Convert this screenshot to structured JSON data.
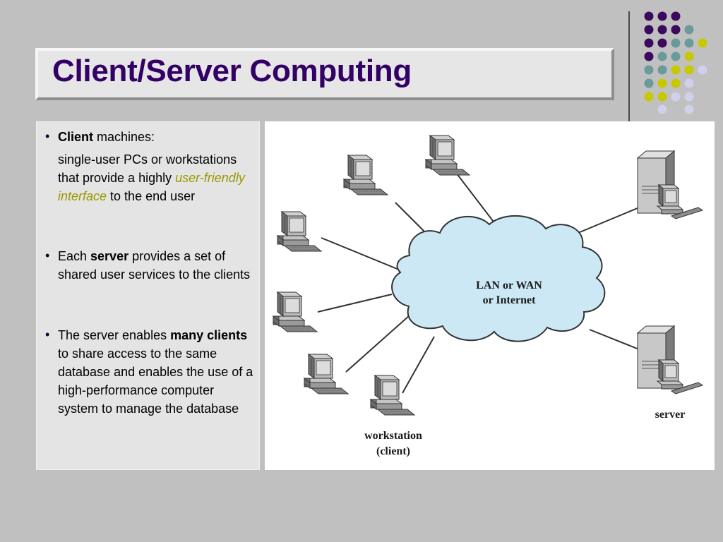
{
  "title": "Client/Server Computing",
  "bullets": {
    "b1": {
      "bold": "Client",
      "rest": " machines:",
      "sub_before": "single-user PCs or workstations that provide a highly ",
      "sub_em": "user-friendly interface",
      "sub_after": " to the end user"
    },
    "b2": {
      "pre": "Each ",
      "bold": "server",
      "post": " provides a set of shared user services to the clients"
    },
    "b3": {
      "pre": "The server enables ",
      "bold": "many clients",
      "post": " to share access to the same database and enables the use of a high-performance computer system to manage the database"
    }
  },
  "diagram": {
    "cloud_line1": "LAN or WAN",
    "cloud_line2": "or Internet",
    "server_label": "server",
    "client_label1": "workstation",
    "client_label2": "(client)"
  },
  "colors": {
    "title": "#330066",
    "emphasis": "#999900",
    "cloud": "#cce8f4",
    "dot_purple": "#3b0a5c",
    "dot_teal": "#6a9a9a",
    "dot_yellow": "#c8c800",
    "dot_lavender": "#d0d0ec"
  }
}
